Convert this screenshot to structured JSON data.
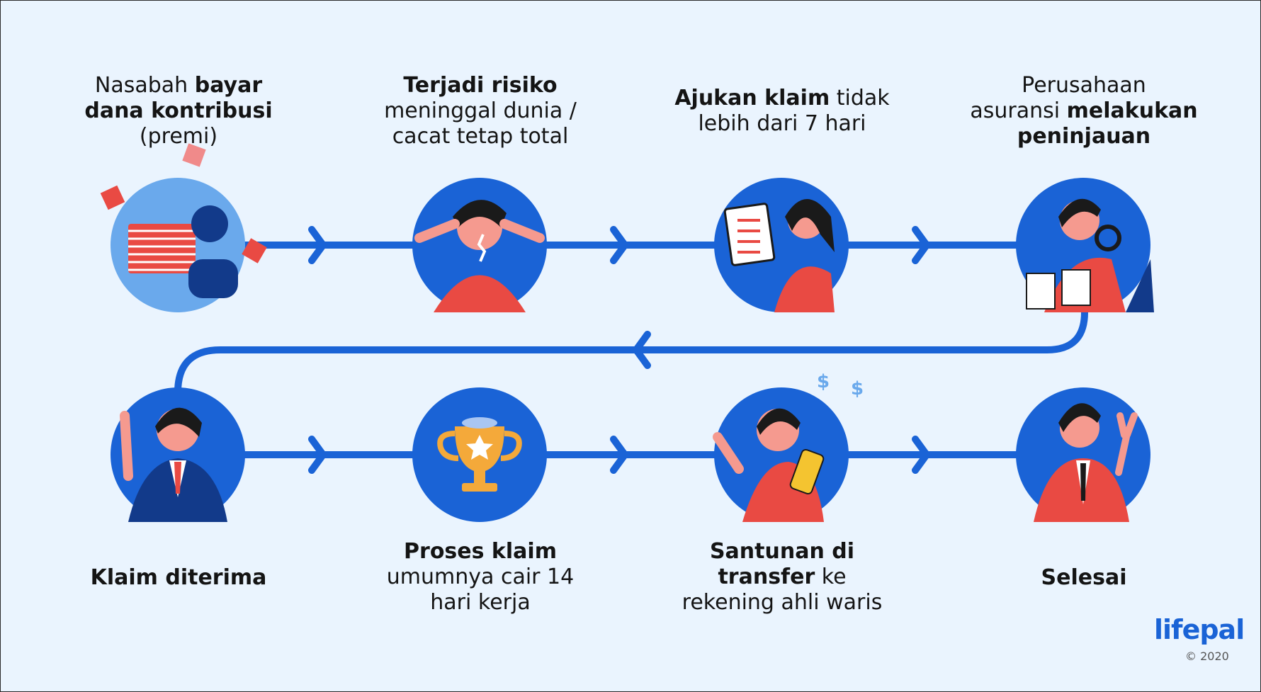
{
  "colors": {
    "background": "#eaf4fe",
    "flow_line": "#1a63d6",
    "circle": "#1a63d6",
    "accent_red": "#e94a43",
    "text": "#141414"
  },
  "steps": [
    {
      "id": "bayar",
      "parts": [
        {
          "t": "Nasabah ",
          "b": false
        },
        {
          "t": "bayar",
          "b": true
        },
        {
          "t": "\n",
          "b": false
        },
        {
          "t": "dana kontribusi",
          "b": true
        },
        {
          "t": "\n(premi)",
          "b": false
        }
      ],
      "icon": "money-stack-icon"
    },
    {
      "id": "risiko",
      "parts": [
        {
          "t": "Terjadi risiko",
          "b": true
        },
        {
          "t": "\nmeninggal dunia /\ncacat tetap total",
          "b": false
        }
      ],
      "icon": "distressed-person-icon"
    },
    {
      "id": "ajukan",
      "parts": [
        {
          "t": "Ajukan klaim",
          "b": true
        },
        {
          "t": " tidak\nlebih dari 7 hari",
          "b": false
        }
      ],
      "icon": "clipboard-claim-icon"
    },
    {
      "id": "peninjauan",
      "parts": [
        {
          "t": "Perusahaan\nasuransi ",
          "b": false
        },
        {
          "t": "melakukan\npeninjauan",
          "b": true
        }
      ],
      "icon": "magnifier-review-icon"
    },
    {
      "id": "diterima",
      "parts": [
        {
          "t": "Klaim diterima",
          "b": true
        }
      ],
      "icon": "approving-officer-icon"
    },
    {
      "id": "proses",
      "parts": [
        {
          "t": "Proses klaim",
          "b": true
        },
        {
          "t": "\numumnya cair 14\nhari kerja",
          "b": false
        }
      ],
      "icon": "trophy-icon"
    },
    {
      "id": "santunan",
      "parts": [
        {
          "t": "Santunan di\ntransfer",
          "b": true
        },
        {
          "t": " ke\nrekening ahli waris",
          "b": false
        }
      ],
      "icon": "phone-transfer-icon"
    },
    {
      "id": "selesai",
      "parts": [
        {
          "t": "Selesai",
          "b": true
        }
      ],
      "icon": "victory-sign-icon"
    }
  ],
  "brand": {
    "name": "lifepal",
    "copyright": "© 2020"
  }
}
